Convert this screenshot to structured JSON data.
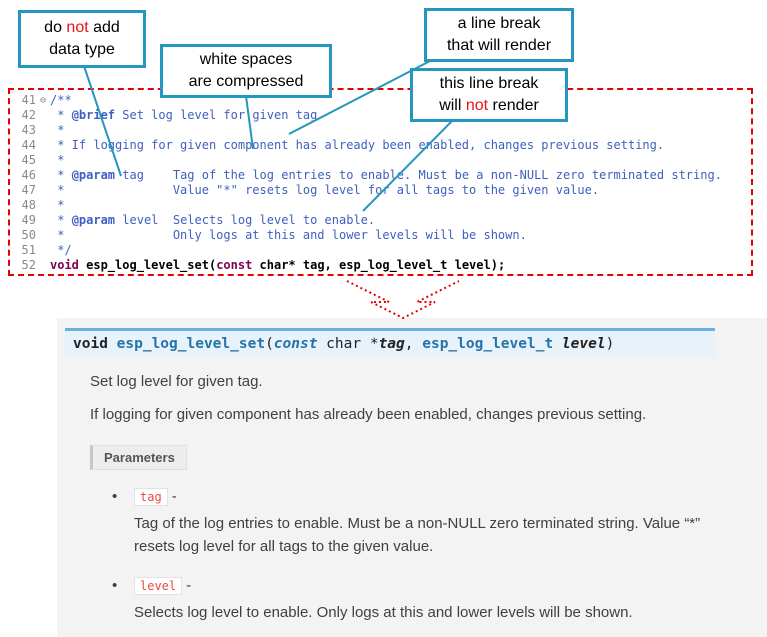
{
  "accent_colors": {
    "callout_teal": "#2596be",
    "warning_red": "#e60000",
    "doc_blue": "#2573a7"
  },
  "callouts": [
    {
      "lines": [
        [
          {
            "t": "do ",
            "c": "p"
          },
          {
            "t": "not",
            "c": "red"
          },
          {
            "t": " add",
            "c": "p"
          }
        ],
        [
          {
            "t": "data type",
            "c": "p"
          }
        ]
      ]
    },
    {
      "lines": [
        [
          {
            "t": "white spaces",
            "c": "p"
          }
        ],
        [
          {
            "t": "are compressed",
            "c": "p"
          }
        ]
      ]
    },
    {
      "lines": [
        [
          {
            "t": "a line break",
            "c": "p"
          }
        ],
        [
          {
            "t": "that will render",
            "c": "p"
          }
        ]
      ]
    },
    {
      "lines": [
        [
          {
            "t": "this line break",
            "c": "p"
          }
        ],
        [
          {
            "t": "will ",
            "c": "p"
          },
          {
            "t": "not",
            "c": "red"
          },
          {
            "t": " render",
            "c": "p"
          }
        ]
      ]
    }
  ],
  "editor": {
    "fold_icon": "⊖",
    "lines": [
      {
        "num": "41",
        "fold": "⊖",
        "segs": [
          {
            "t": "/**",
            "c": "cmt"
          }
        ]
      },
      {
        "num": "42",
        "segs": [
          {
            "t": " * ",
            "c": "cmt"
          },
          {
            "t": "@brief",
            "c": "tag"
          },
          {
            "t": " Set log level for given tag",
            "c": "cmt"
          }
        ]
      },
      {
        "num": "43",
        "segs": [
          {
            "t": " *",
            "c": "cmt"
          }
        ]
      },
      {
        "num": "44",
        "segs": [
          {
            "t": " * If logging for given component has already been enabled, changes previous setting.",
            "c": "cmt"
          }
        ]
      },
      {
        "num": "45",
        "segs": [
          {
            "t": " *",
            "c": "cmt"
          }
        ]
      },
      {
        "num": "46",
        "segs": [
          {
            "t": " * ",
            "c": "cmt"
          },
          {
            "t": "@param",
            "c": "tag"
          },
          {
            "t": " tag    Tag of the log entries to enable. Must be a non-NULL zero terminated string.",
            "c": "cmt"
          }
        ]
      },
      {
        "num": "47",
        "segs": [
          {
            "t": " *               Value \"*\" resets log level for all tags to the given value.",
            "c": "cmt"
          }
        ]
      },
      {
        "num": "48",
        "segs": [
          {
            "t": " *",
            "c": "cmt"
          }
        ]
      },
      {
        "num": "49",
        "segs": [
          {
            "t": " * ",
            "c": "cmt"
          },
          {
            "t": "@param",
            "c": "tag"
          },
          {
            "t": " level  Selects log level to enable.",
            "c": "cmt"
          }
        ]
      },
      {
        "num": "50",
        "segs": [
          {
            "t": " *               Only logs at this and lower levels will be shown.",
            "c": "cmt"
          }
        ]
      },
      {
        "num": "51",
        "segs": [
          {
            "t": " */",
            "c": "cmt"
          }
        ]
      },
      {
        "num": "52",
        "segs": [
          {
            "t": "void",
            "c": "kw"
          },
          {
            "t": " esp_log_level_set(",
            "c": "code"
          },
          {
            "t": "const",
            "c": "kw"
          },
          {
            "t": " char* tag, esp_log_level_t level);",
            "c": "code"
          }
        ]
      }
    ]
  },
  "docs": {
    "signature": [
      {
        "t": "void",
        "c": "k"
      },
      {
        "t": " ",
        "c": "pl"
      },
      {
        "t": "esp_log_level_set",
        "c": "fn"
      },
      {
        "t": "(",
        "c": "pl"
      },
      {
        "t": "const",
        "c": "ki"
      },
      {
        "t": "  char *",
        "c": "pl"
      },
      {
        "t": "tag",
        "c": "it"
      },
      {
        "t": ", ",
        "c": "pl"
      },
      {
        "t": "esp_log_level_t ",
        "c": "ty"
      },
      {
        "t": "level",
        "c": "it"
      },
      {
        "t": ")",
        "c": "pl"
      }
    ],
    "p1": "Set log level for given tag.",
    "p2": "If logging for given component has already been enabled, changes previous setting.",
    "parameters_label": "Parameters",
    "params": [
      {
        "name": "tag",
        "sep": "-",
        "desc": "Tag of the log entries to enable. Must be a non-NULL zero terminated string. Value “*” resets log level for all tags to the given value."
      },
      {
        "name": "level",
        "sep": "-",
        "desc": "Selects log level to enable. Only logs at this and lower levels will be shown."
      }
    ]
  }
}
